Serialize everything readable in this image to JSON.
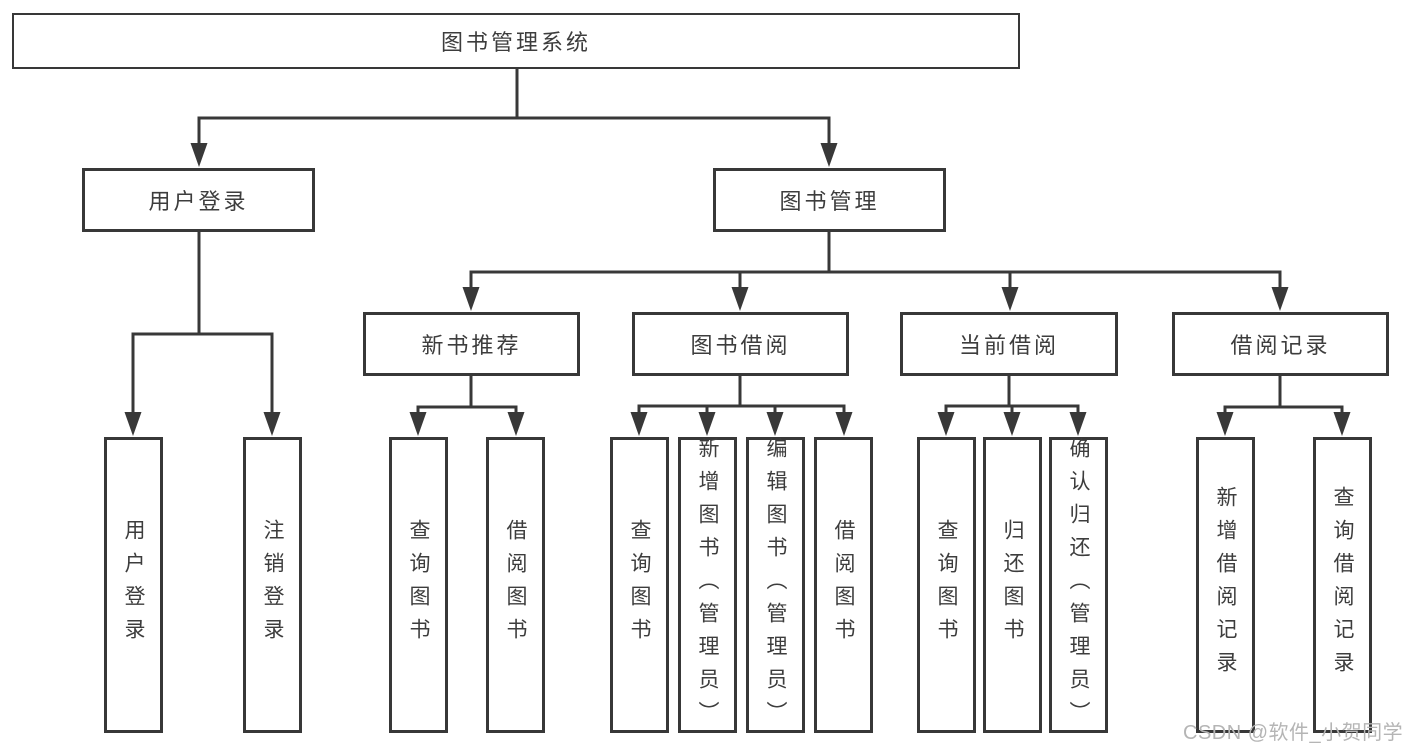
{
  "tree": {
    "label": "图书管理系统",
    "children": [
      {
        "label": "用户登录",
        "children": [
          {
            "label": "用户登录"
          },
          {
            "label": "注销登录"
          }
        ]
      },
      {
        "label": "图书管理",
        "children": [
          {
            "label": "新书推荐",
            "children": [
              {
                "label": "查询图书"
              },
              {
                "label": "借阅图书"
              }
            ]
          },
          {
            "label": "图书借阅",
            "children": [
              {
                "label": "查询图书"
              },
              {
                "label": "新增图书（管理员）"
              },
              {
                "label": "编辑图书（管理员）"
              },
              {
                "label": "借阅图书"
              }
            ]
          },
          {
            "label": "当前借阅",
            "children": [
              {
                "label": "查询图书"
              },
              {
                "label": "归还图书"
              },
              {
                "label": "确认归还（管理员）"
              }
            ]
          },
          {
            "label": "借阅记录",
            "children": [
              {
                "label": "新增借阅记录"
              },
              {
                "label": "查询借阅记录"
              }
            ]
          }
        ]
      }
    ]
  },
  "watermark": {
    "text": "CSDN @软件_小贺同学"
  },
  "colors": {
    "line": "#383838",
    "text": "#3d3d3d",
    "watermark": "#b5b5b5",
    "background": "#ffffff"
  }
}
